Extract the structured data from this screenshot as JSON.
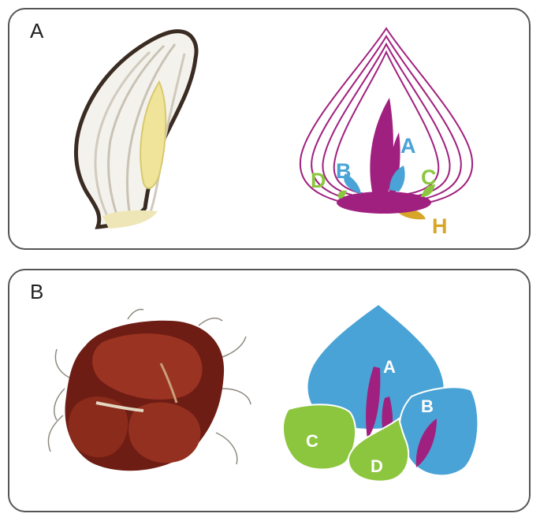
{
  "panels": {
    "a": {
      "letter": "A",
      "labels": {
        "a": "A",
        "b": "B",
        "c": "C",
        "d": "D",
        "h": "H"
      }
    },
    "b": {
      "letter": "B",
      "labels": {
        "a": "A",
        "b": "B",
        "c": "C",
        "d": "D"
      }
    }
  },
  "colors": {
    "purple": "#a0207f",
    "blue": "#4aa3d6",
    "green": "#8cc63f",
    "gold": "#d7a52a",
    "label_white": "#ffffff"
  }
}
